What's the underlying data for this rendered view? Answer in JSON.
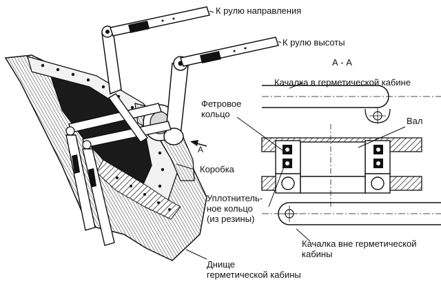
{
  "labels": {
    "rudder": "К рулю направления",
    "elevator": "К рулю высоты",
    "section": "А - А",
    "section_marker": "А",
    "rocker_inside": "Качалка в герметической кабине",
    "felt_ring_1": "Фетровое",
    "felt_ring_2": "кольцо",
    "shaft": "Вал",
    "box": "Коробка",
    "seal_ring_1": "Уплотнитель-",
    "seal_ring_2": "ное кольцо",
    "seal_ring_3": "(из резины)",
    "rocker_outside_1": "Качалка вне герметической",
    "rocker_outside_2": "кабины",
    "bottom_1": "Днище",
    "bottom_2": "герметической кабины"
  },
  "colors": {
    "ink": "#111111",
    "paper": "#ffffff"
  }
}
